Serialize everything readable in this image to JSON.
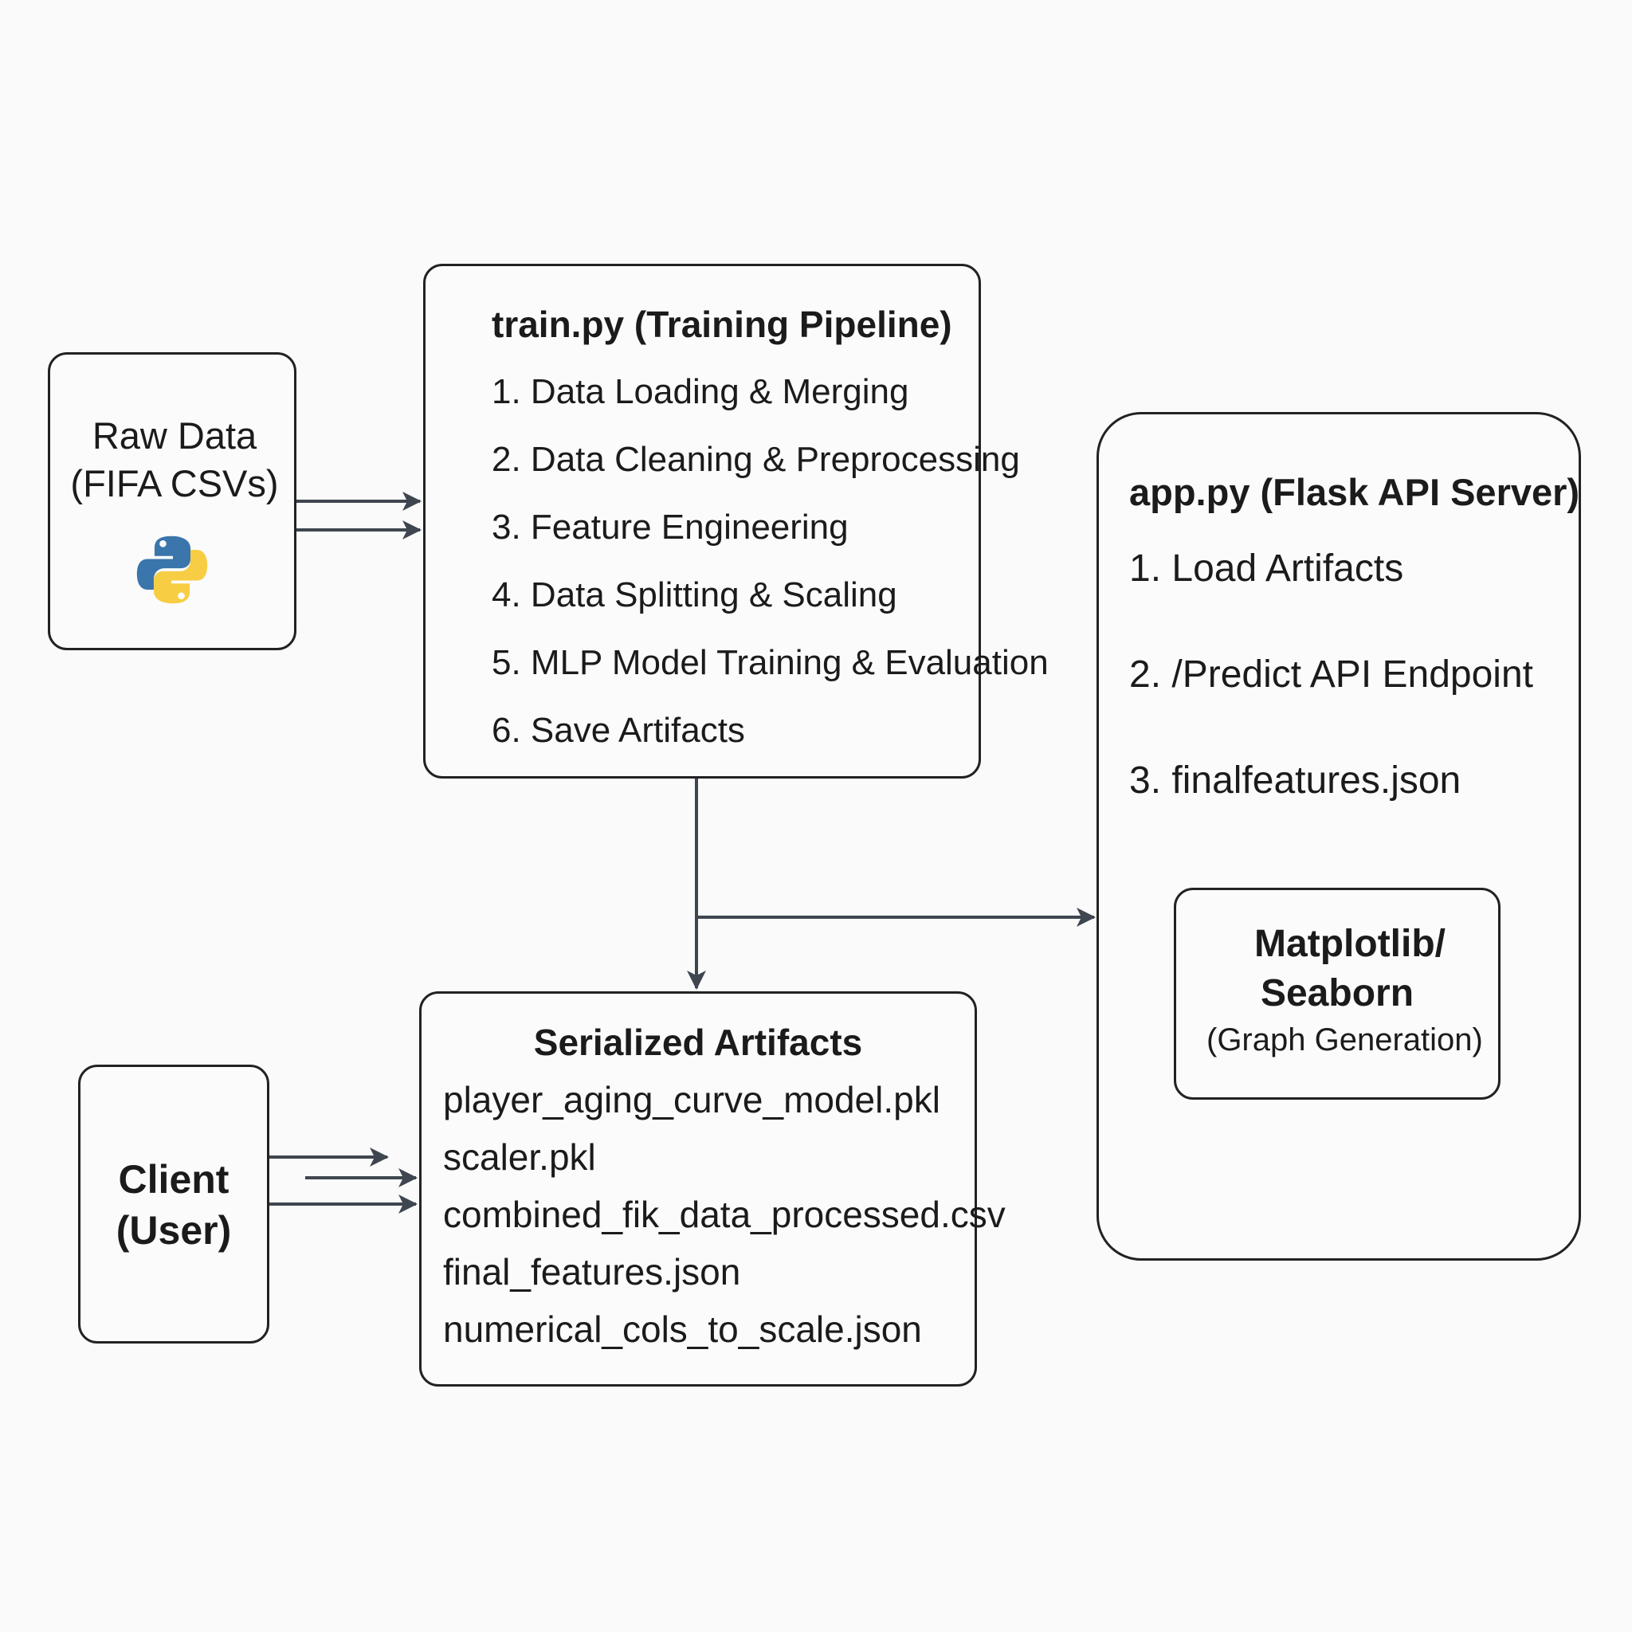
{
  "raw_data": {
    "line1": "Raw Data",
    "line2": "(FIFA CSVs)",
    "icon": "python-logo-icon"
  },
  "training": {
    "title": "train.py (Training Pipeline)",
    "steps": [
      "1. Data Loading & Merging",
      "2. Data Cleaning & Preprocessing",
      "3. Feature Engineering",
      "4. Data Splitting & Scaling",
      "5. MLP Model Training & Evaluation",
      "6. Save Artifacts"
    ]
  },
  "app": {
    "title": "app.py (Flask API Server)",
    "steps": [
      "1. Load Artifacts",
      "2. /Predict API Endpoint",
      "3. finalfeatures.json"
    ]
  },
  "graphs": {
    "line1": "Matplotlib/",
    "line2": "Seaborn",
    "line3": "(Graph Generation)"
  },
  "artifacts": {
    "title": "Serialized Artifacts",
    "files": [
      "player_aging_curve_model.pkl",
      "scaler.pkl",
      "combined_fik_data_processed.csv",
      "final_features.json",
      "numerical_cols_to_scale.json"
    ]
  },
  "client": {
    "line1": "Client",
    "line2": "(User)"
  },
  "colors": {
    "arrow": "#3f4650",
    "border": "#222222",
    "background": "#fafafa",
    "python_blue": "#3a75ab",
    "python_yellow": "#f7cd43"
  }
}
